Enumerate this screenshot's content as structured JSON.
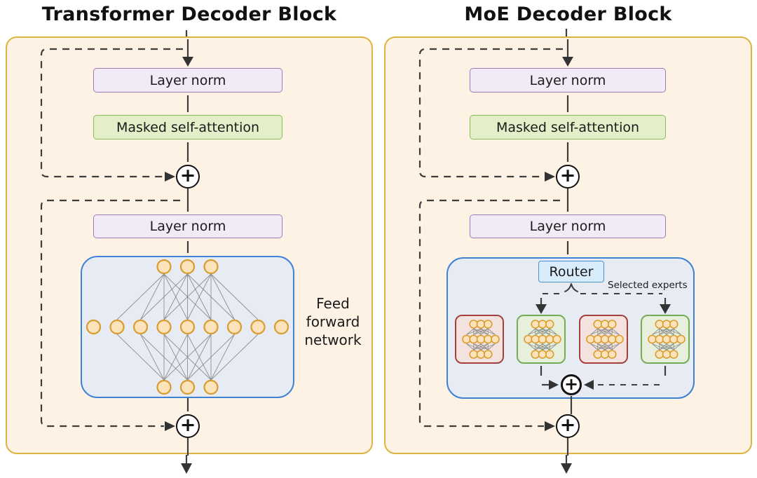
{
  "symbols": {
    "plus": "+"
  },
  "left_panel": {
    "title": "Transformer Decoder Block",
    "layer_norm_top": "Layer norm",
    "masked_attention": "Masked self-attention",
    "layer_norm_bottom": "Layer norm",
    "ffn_label_lines": [
      "Feed",
      "forward",
      "network"
    ]
  },
  "right_panel": {
    "title": "MoE Decoder Block",
    "layer_norm_top": "Layer norm",
    "masked_attention": "Masked self-attention",
    "layer_norm_bottom": "Layer norm",
    "router_label": "Router",
    "selected_experts_label": "Selected experts",
    "experts": [
      {
        "state": "unselected"
      },
      {
        "state": "selected"
      },
      {
        "state": "unselected"
      },
      {
        "state": "selected"
      }
    ]
  },
  "networks": {
    "ffn": {
      "layers": [
        3,
        9,
        3
      ]
    },
    "expert": {
      "layers": [
        3,
        5,
        3
      ]
    }
  },
  "colors": {
    "panel_bg": "#fdf2e4",
    "panel_border": "#dfb33f",
    "lavender_fill": "#f2ebf7",
    "lavender_border": "#9d7bb8",
    "green_fill": "#e2efc9",
    "green_border": "#86bd55",
    "blue_box_fill": "#e7ecf4",
    "blue_box_border": "#3d82d4",
    "router_fill": "#d8ecfb",
    "router_border": "#4a90d2",
    "expert_red_fill": "#f3e2de",
    "expert_red_border": "#a5403c",
    "expert_green_fill": "#e6f0dd",
    "expert_green_border": "#74ad55",
    "node_fill": "#fde3bb",
    "node_border": "#d99c2e",
    "link": "#8a8a8a",
    "dash": "#3d3d3d",
    "arrow": "#333333",
    "text": "#1b1b1b"
  }
}
